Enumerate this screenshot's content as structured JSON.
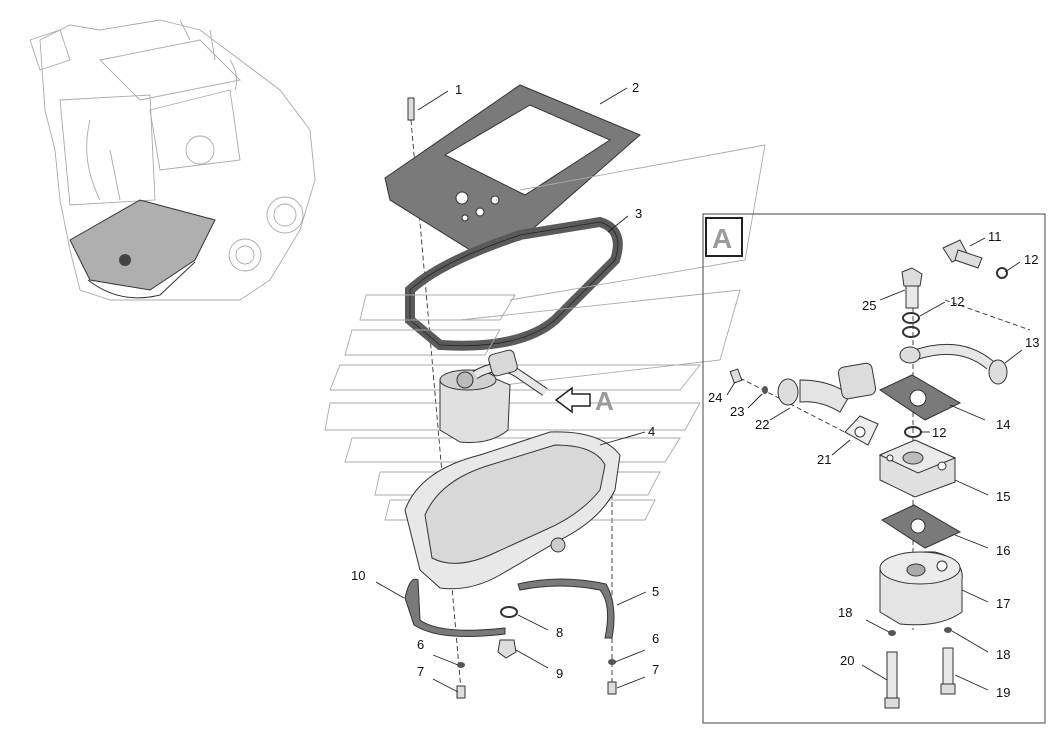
{
  "view_marker": {
    "letter": "A"
  },
  "arrow_marker": {
    "letter": "A"
  },
  "callouts": {
    "c1": "1",
    "c2": "2",
    "c3": "3",
    "c4": "4",
    "c5": "5",
    "c6a": "6",
    "c6b": "6",
    "c7a": "7",
    "c7b": "7",
    "c8": "8",
    "c9": "9",
    "c10": "10",
    "c11": "11",
    "c12a": "12",
    "c12b": "12",
    "c12c": "12",
    "c13": "13",
    "c14": "14",
    "c15": "15",
    "c16": "16",
    "c17": "17",
    "c18a": "18",
    "c18b": "18",
    "c19": "19",
    "c20": "20",
    "c21": "21",
    "c22": "22",
    "c23": "23",
    "c24": "24",
    "c25": "25"
  },
  "colors": {
    "part_fill": "#e4e4e4",
    "part_shade": "#c8c8c8",
    "gasket_fill": "#7a7a7a",
    "marker_fill": "#9a9a9a",
    "line": "#222222"
  }
}
